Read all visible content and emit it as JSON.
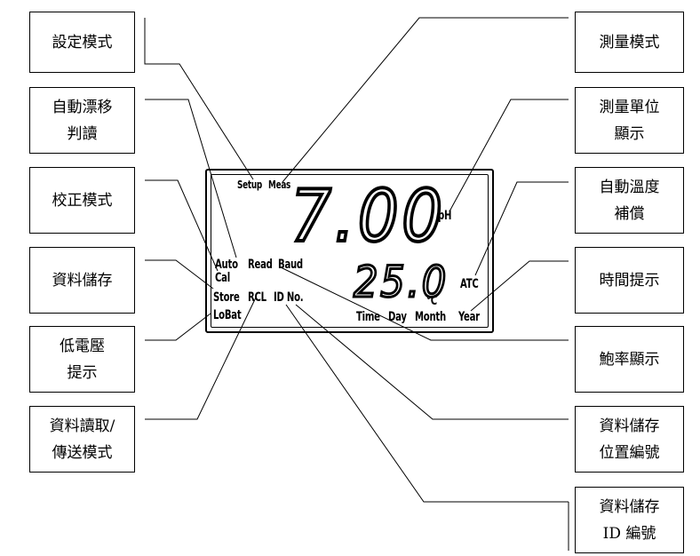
{
  "left_boxes": [
    {
      "id": "setup-mode",
      "label": "設定模式"
    },
    {
      "id": "auto-drift",
      "label": "自動漂移\n判讀"
    },
    {
      "id": "calibration-mode",
      "label": "校正模式"
    },
    {
      "id": "data-storage",
      "label": "資料儲存"
    },
    {
      "id": "low-voltage",
      "label": "低電壓\n提示"
    },
    {
      "id": "data-read-transfer",
      "label": "資料讀取/\n傳送模式"
    }
  ],
  "right_boxes": [
    {
      "id": "measure-mode",
      "label": "測量模式"
    },
    {
      "id": "measure-unit",
      "label": "測量單位\n顯示"
    },
    {
      "id": "atc",
      "label": "自動溫度\n補償"
    },
    {
      "id": "time-hint",
      "label": "時間提示"
    },
    {
      "id": "baud-rate",
      "label": "鮑率顯示"
    },
    {
      "id": "storage-position",
      "label": "資料儲存\n位置編號"
    },
    {
      "id": "storage-id",
      "label": "資料儲存\nID 編號"
    }
  ],
  "lcd": {
    "setup": "Setup",
    "meas": "Meas",
    "main_value": "7.00",
    "unit": "pH",
    "auto": "Auto",
    "read": "Read",
    "baud": "Baud",
    "cal": "Cal",
    "store": "Store",
    "rcl": "RCL",
    "id_no": "ID No.",
    "lobat": "LoBat",
    "temp_value": "25.0",
    "temp_unit": "°C",
    "atc": "ATC",
    "time": "Time",
    "day": "Day",
    "month": "Month",
    "year": "Year"
  }
}
